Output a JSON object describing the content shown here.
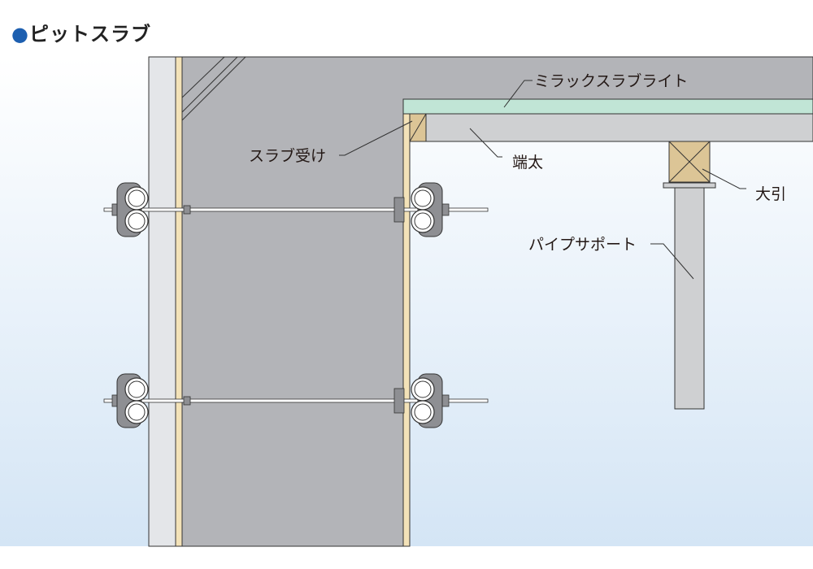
{
  "title": {
    "bullet": "●",
    "text": "ピットスラブ"
  },
  "labels": {
    "slab": "ミラックスラブライト",
    "slab_receiver": "スラブ受け",
    "batten": "端太",
    "main_beam": "大引",
    "pipe_support": "パイプサポート"
  },
  "colors": {
    "accent": "#1d5fb0",
    "concrete": "#b3b4b8",
    "plywood": "#f3e2b8",
    "slab": "#c1e5d6",
    "timber": "#dcc596",
    "steel": "#cfd0d2",
    "background_bottom": "#d4e5f5"
  }
}
